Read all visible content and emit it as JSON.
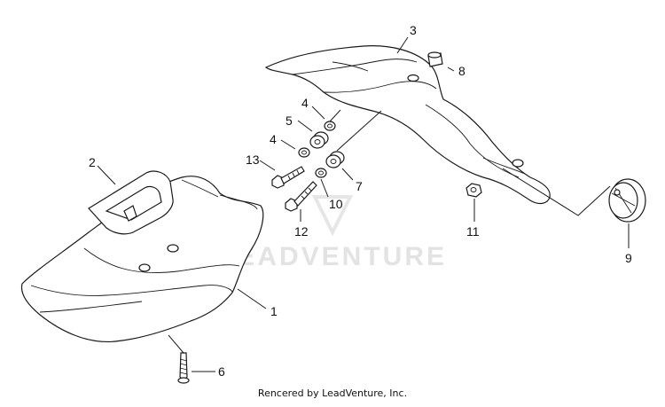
{
  "watermark": {
    "text": "LEADVENTURE"
  },
  "credit": "Rencered by LeadVenture, Inc.",
  "callouts": [
    {
      "id": "1",
      "text": "1"
    },
    {
      "id": "2",
      "text": "2"
    },
    {
      "id": "3",
      "text": "3"
    },
    {
      "id": "4a",
      "text": "4"
    },
    {
      "id": "4b",
      "text": "4"
    },
    {
      "id": "5",
      "text": "5"
    },
    {
      "id": "6",
      "text": "6"
    },
    {
      "id": "7",
      "text": "7"
    },
    {
      "id": "8",
      "text": "8"
    },
    {
      "id": "9",
      "text": "9"
    },
    {
      "id": "10",
      "text": "10"
    },
    {
      "id": "11",
      "text": "11"
    },
    {
      "id": "12",
      "text": "12"
    },
    {
      "id": "13",
      "text": "13"
    }
  ]
}
